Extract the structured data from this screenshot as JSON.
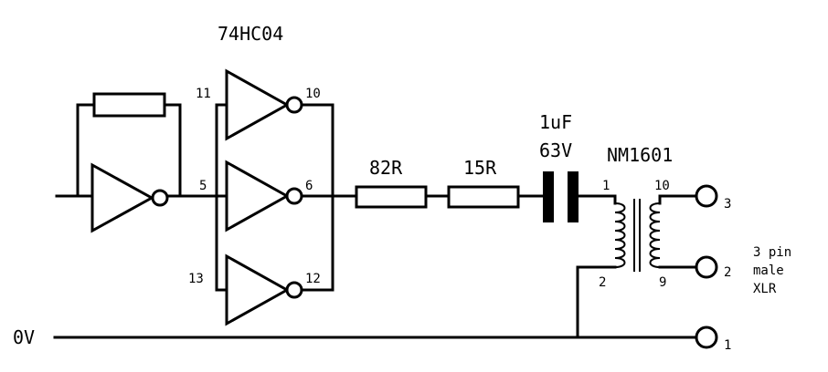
{
  "ic_label": "74HC04",
  "pins": {
    "in_top": "11",
    "out_top": "10",
    "in_mid": "5",
    "out_mid": "6",
    "in_bot": "13",
    "out_bot": "12"
  },
  "resistor1": "82R",
  "resistor2": "15R",
  "capacitor_value": "1uF",
  "capacitor_voltage": "63V",
  "transformer": "NM1601",
  "transformer_pins": {
    "p1": "1",
    "p2": "2",
    "p10": "10",
    "p9": "9"
  },
  "ground_label": "0V",
  "xlr_pins": {
    "hot": "3",
    "cold": "2",
    "gnd": "1"
  },
  "connector": {
    "line1": "3 pin",
    "line2": "male",
    "line3": "XLR"
  }
}
